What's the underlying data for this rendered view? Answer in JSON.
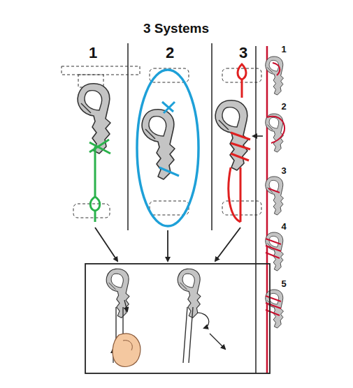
{
  "diagram": {
    "title": "3 Systems",
    "labels": [
      "1",
      "2",
      "3",
      "1",
      "2",
      "3",
      "4",
      "5"
    ]
  }
}
